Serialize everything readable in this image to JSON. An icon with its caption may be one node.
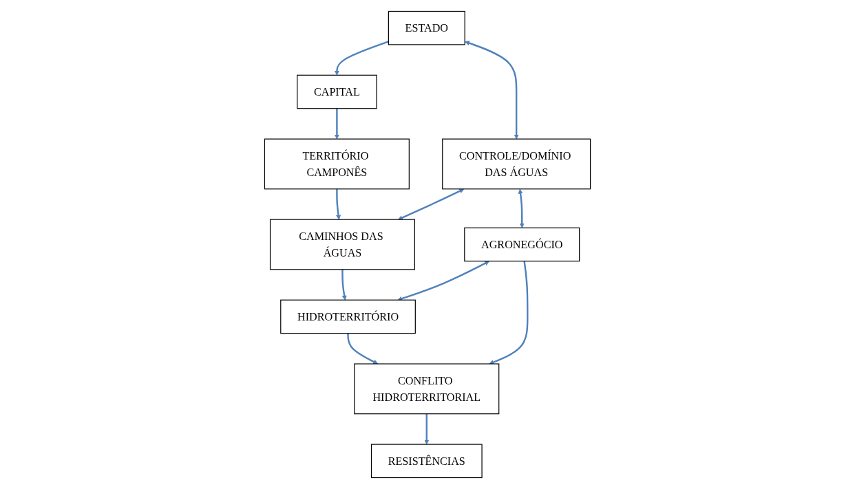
{
  "diagram": {
    "nodes": [
      {
        "text": [
          "ESTADO"
        ]
      },
      {
        "text": [
          "CAPITAL"
        ]
      },
      {
        "text": [
          "TERRITÓRIO CAMPONÊS"
        ]
      },
      {
        "text": [
          "CONTROLE/DOMÍNIO DAS ÁGUAS"
        ]
      },
      {
        "text": [
          "CAMINHOS DAS ÁGUAS"
        ]
      },
      {
        "text": [
          "AGRONEGÓCIO"
        ]
      },
      {
        "text": [
          "HIDROTERRITÓRIO"
        ]
      },
      {
        "text": [
          "CONFLITO HIDROTERRITORIAL"
        ]
      },
      {
        "text": [
          "RESISTÊNCIAS"
        ]
      }
    ],
    "edges": [
      {
        "from": 0,
        "to": 1,
        "arrow": "to"
      },
      {
        "from": 1,
        "to": 2,
        "arrow": "to"
      },
      {
        "from": 0,
        "to": 3,
        "arrow": "both"
      },
      {
        "from": 2,
        "to": 4,
        "arrow": "to"
      },
      {
        "from": 3,
        "to": 4,
        "arrow": "both"
      },
      {
        "from": 3,
        "to": 5,
        "arrow": "both"
      },
      {
        "from": 4,
        "to": 6,
        "arrow": "to"
      },
      {
        "from": 5,
        "to": 6,
        "arrow": "both"
      },
      {
        "from": 5,
        "to": 7,
        "arrow": "to"
      },
      {
        "from": 6,
        "to": 7,
        "arrow": "to"
      },
      {
        "from": 7,
        "to": 8,
        "arrow": "to"
      }
    ]
  }
}
